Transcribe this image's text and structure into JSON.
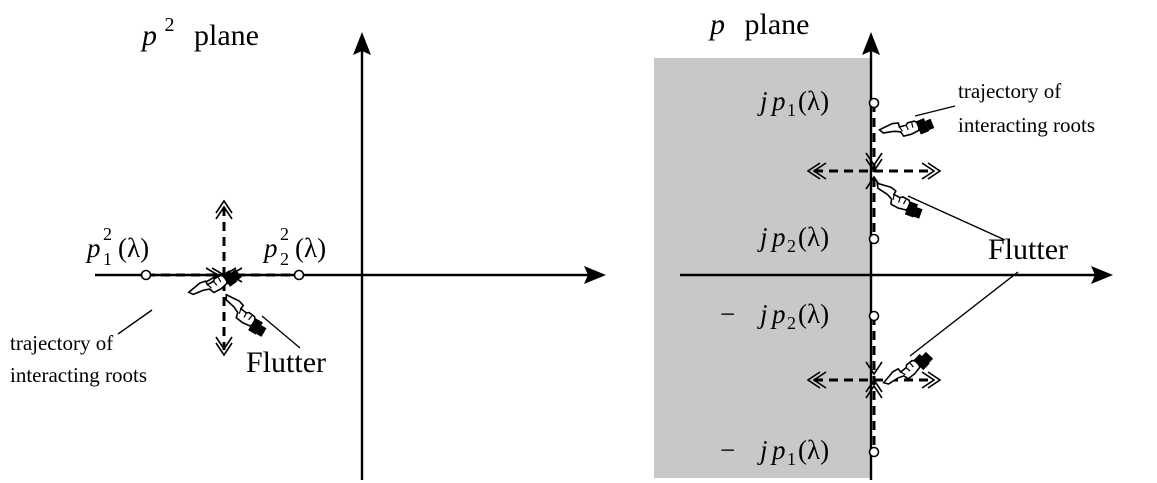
{
  "colors": {
    "ink": "#000000",
    "stable_region": "#c8c8c8",
    "background": "#ffffff"
  },
  "left_panel": {
    "title": {
      "base": "p",
      "sup": "2",
      "word": "plane"
    },
    "root1": {
      "base": "p",
      "sup": "2",
      "sub": "1",
      "arg": "(λ)"
    },
    "root2": {
      "base": "p",
      "sup": "2",
      "sub": "2",
      "arg": "(λ)"
    },
    "trajectory_note": [
      "trajectory of",
      "interacting roots"
    ],
    "flutter_label": "Flutter",
    "hand_icon": "pointing-hand-icon"
  },
  "right_panel": {
    "title": {
      "base": "p",
      "word": "plane"
    },
    "roots": [
      {
        "prefix": "",
        "j": "j",
        "base": "p",
        "sub": "1",
        "arg": "(λ)"
      },
      {
        "prefix": "",
        "j": "j",
        "base": "p",
        "sub": "2",
        "arg": "(λ)"
      },
      {
        "prefix": "−",
        "j": "j",
        "base": "p",
        "sub": "2",
        "arg": "(λ)"
      },
      {
        "prefix": "−",
        "j": "j",
        "base": "p",
        "sub": "1",
        "arg": "(λ)"
      }
    ],
    "trajectory_note": [
      "trajectory of",
      "interacting roots"
    ],
    "flutter_label": "Flutter",
    "hand_icon": "pointing-hand-icon"
  }
}
